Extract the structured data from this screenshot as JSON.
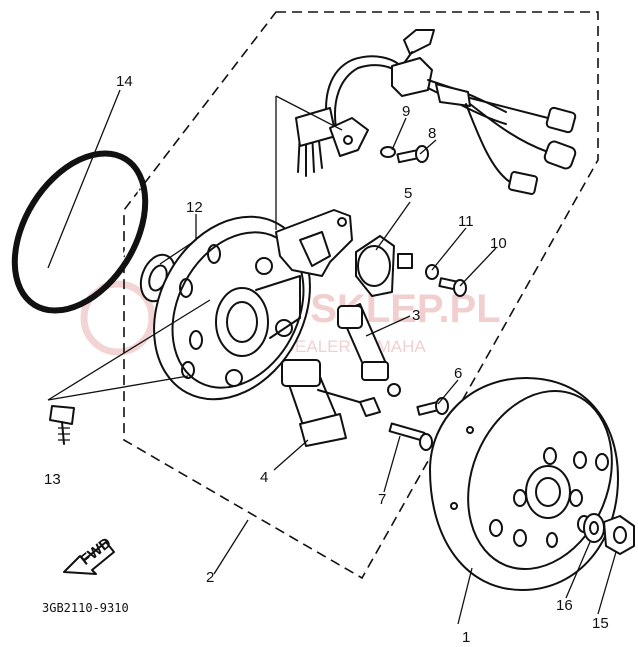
{
  "diagram": {
    "drawing_code": "3GB2110-9310",
    "direction_arrow": {
      "label": "FWD",
      "icon": "forward-arrow-icon"
    },
    "watermark": {
      "main": "A-SKLEP.PL",
      "sub": "W  OW  DEALER YAMAHA"
    },
    "callouts": [
      {
        "id": "callout-1",
        "label": "1"
      },
      {
        "id": "callout-2",
        "label": "2"
      },
      {
        "id": "callout-3",
        "label": "3"
      },
      {
        "id": "callout-4",
        "label": "4"
      },
      {
        "id": "callout-5",
        "label": "5"
      },
      {
        "id": "callout-6a",
        "label": "6"
      },
      {
        "id": "callout-6b",
        "label": "6"
      },
      {
        "id": "callout-7",
        "label": "7"
      },
      {
        "id": "callout-8",
        "label": "8"
      },
      {
        "id": "callout-9",
        "label": "9"
      },
      {
        "id": "callout-10",
        "label": "10"
      },
      {
        "id": "callout-11",
        "label": "11"
      },
      {
        "id": "callout-12",
        "label": "12"
      },
      {
        "id": "callout-13",
        "label": "13"
      },
      {
        "id": "callout-14",
        "label": "14"
      },
      {
        "id": "callout-15",
        "label": "15"
      },
      {
        "id": "callout-16",
        "label": "16"
      }
    ]
  }
}
